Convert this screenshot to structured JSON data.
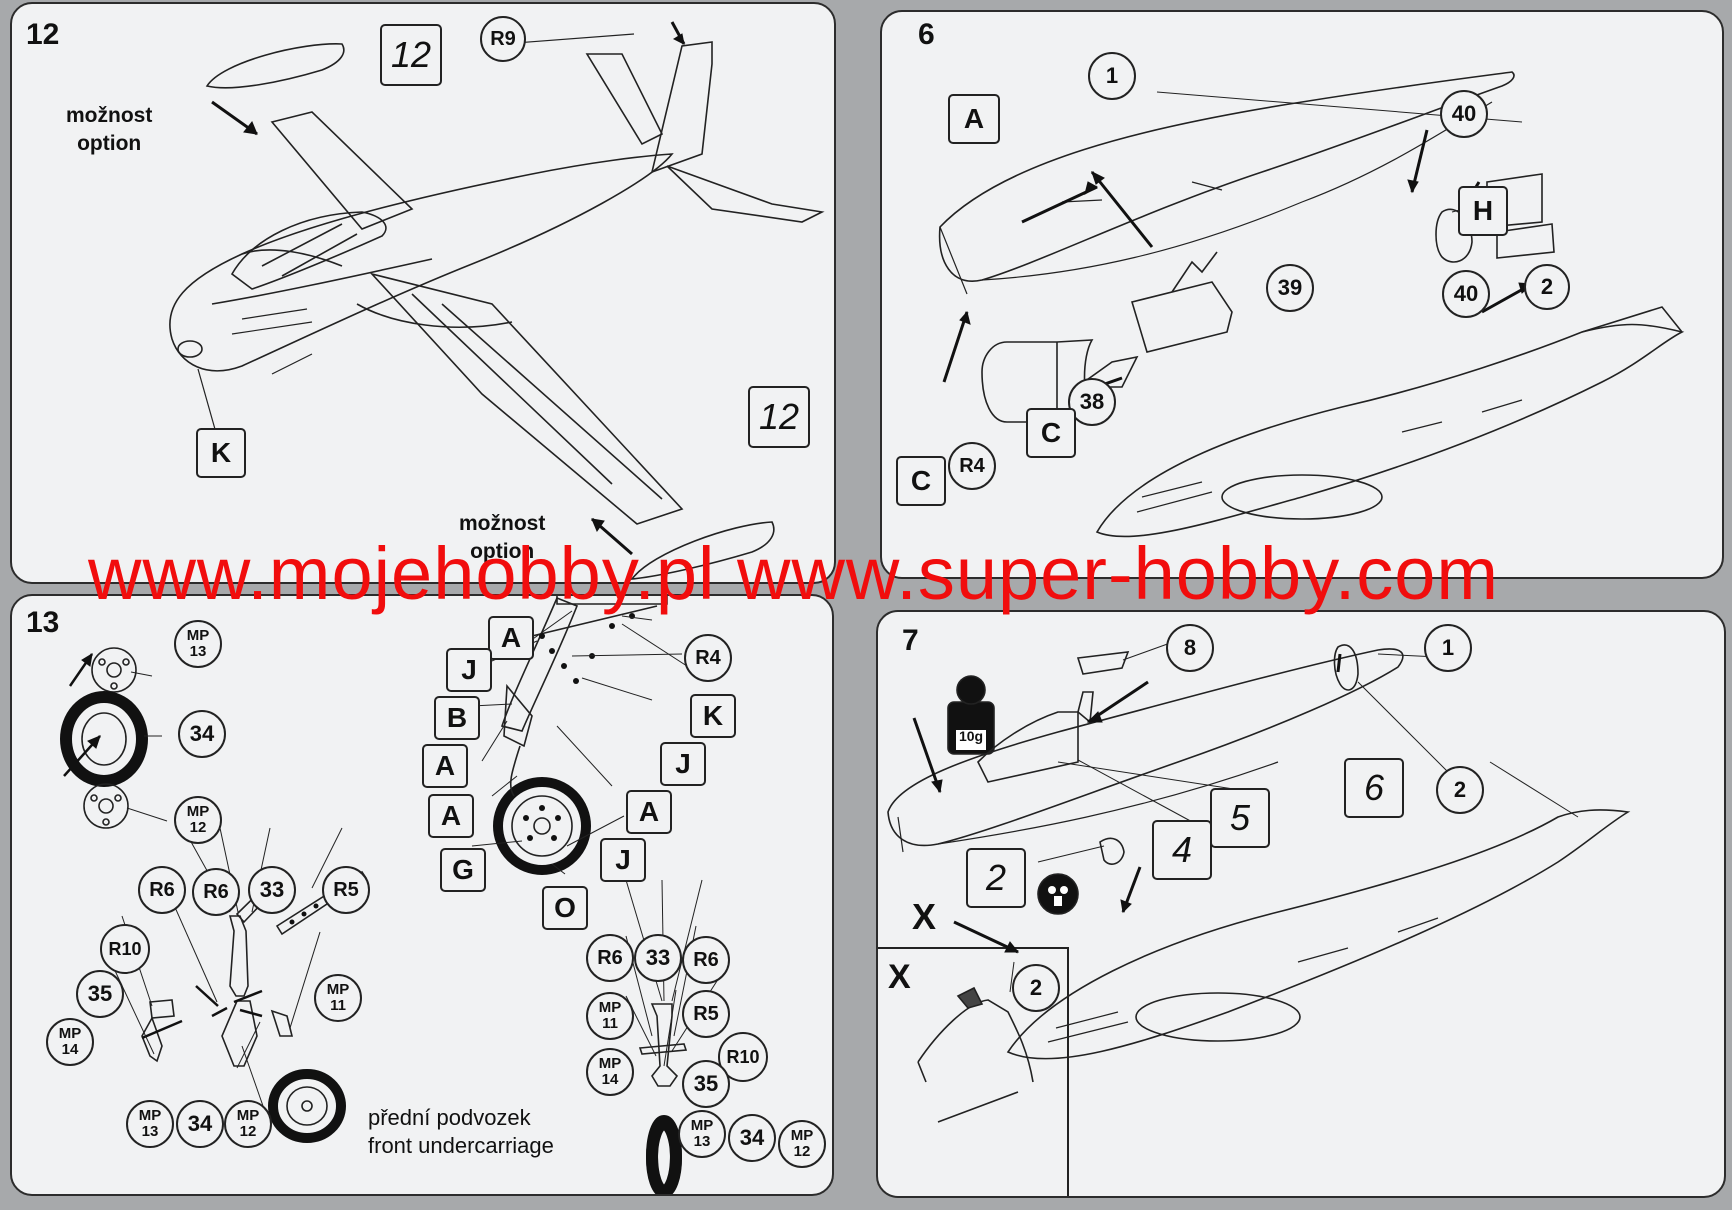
{
  "watermark": {
    "text": "www.mojehobby.pl www.super-hobby.com"
  },
  "panels": {
    "p12": {
      "step": "12",
      "labels": {
        "r9": "R9",
        "k": "K",
        "n12a": "12",
        "n12b": "12"
      },
      "option1": {
        "line1": "možnost",
        "line2": "option"
      },
      "option2": {
        "line1": "možnost",
        "line2": "option"
      }
    },
    "p6": {
      "step": "6",
      "labels": {
        "n1": "1",
        "n2": "2",
        "a": "A",
        "h": "H",
        "c1": "C",
        "c2": "C",
        "n38": "38",
        "n39": "39",
        "n40a": "40",
        "n40b": "40",
        "r4": "R4"
      }
    },
    "p13": {
      "step": "13",
      "labels": {
        "mp13a": "MP\n13",
        "n34a": "34",
        "mp12a": "MP\n12",
        "a1": "A",
        "j1": "J",
        "r4": "R4",
        "b": "B",
        "k": "K",
        "a2": "A",
        "j2": "J",
        "a3": "A",
        "a4": "A",
        "g": "G",
        "j3": "J",
        "o": "O",
        "r6a": "R6",
        "r6b": "R6",
        "n33a": "33",
        "r5a": "R5",
        "r10a": "R10",
        "n35a": "35",
        "mp11a": "MP\n11",
        "mp14a": "MP\n14",
        "mp13b": "MP\n13",
        "n34b": "34",
        "mp12b": "MP\n12",
        "r6c": "R6",
        "n33b": "33",
        "r6d": "R6",
        "mp11b": "MP\n11",
        "r5b": "R5",
        "r10b": "R10",
        "mp14b": "MP\n14",
        "n35b": "35",
        "mp13c": "MP\n13",
        "n34c": "34",
        "mp12c": "MP\n12"
      },
      "caption": {
        "line1": "přední podvozek",
        "line2": "front undercarriage"
      }
    },
    "p7": {
      "step": "7",
      "labels": {
        "n8": "8",
        "n1": "1",
        "n6": "6",
        "n2a": "2",
        "n5": "5",
        "n4": "4",
        "n2b": "2",
        "x1": "X",
        "x2": "X",
        "n2c": "2",
        "weight": "10g"
      }
    }
  }
}
